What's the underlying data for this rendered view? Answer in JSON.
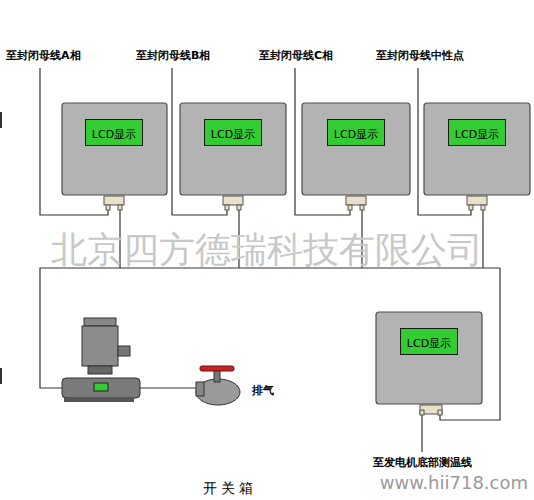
{
  "diagram": {
    "nodes": [
      {
        "text": [
          "LCD显示"
        ]
      },
      {
        "text": [
          "LCD显示"
        ]
      },
      {
        "text": [
          "LCD显示"
        ]
      },
      {
        "text": [
          "LCD显示"
        ]
      },
      {
        "text": [
          "LCD显示"
        ]
      }
    ],
    "labels": [
      "至封闭母线A相",
      "至封闭母线B相",
      "至封闭母线C相",
      "至封闭母线中性点",
      "北京四方德瑞科技有限公司",
      "排气",
      "至发电机底部测温线",
      "www.hii718.com",
      "开 关 箱"
    ]
  }
}
